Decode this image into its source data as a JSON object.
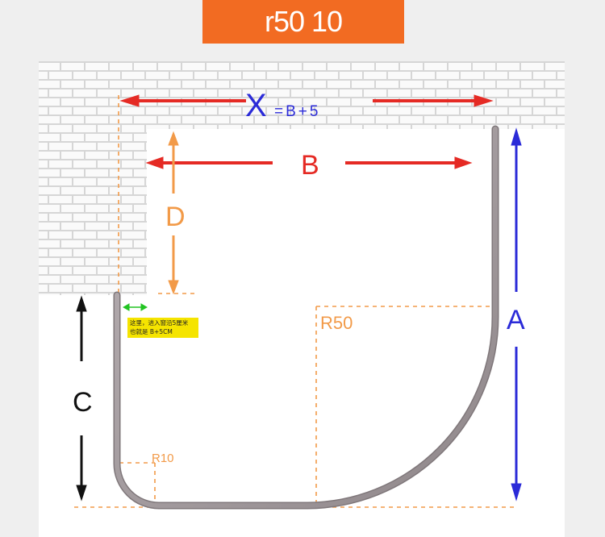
{
  "title": "r50 10",
  "colors": {
    "banner": "#f26b22",
    "red_arrow": "#e52a24",
    "blue_arrow": "#2b2bd8",
    "orange_dim": "#f29a48",
    "black_arrow": "#111111",
    "green_arrow": "#22c422",
    "pipe": "#a79fa2",
    "note_bg": "#f5e400"
  },
  "labels": {
    "x": "X",
    "x_formula": "=B+5",
    "b": "B",
    "d": "D",
    "a": "A",
    "c": "C",
    "r50": "R50",
    "r10": "R10"
  },
  "note": {
    "line1": "这里，进入窗沿5厘米",
    "line2": "也就是 B+5CM"
  }
}
